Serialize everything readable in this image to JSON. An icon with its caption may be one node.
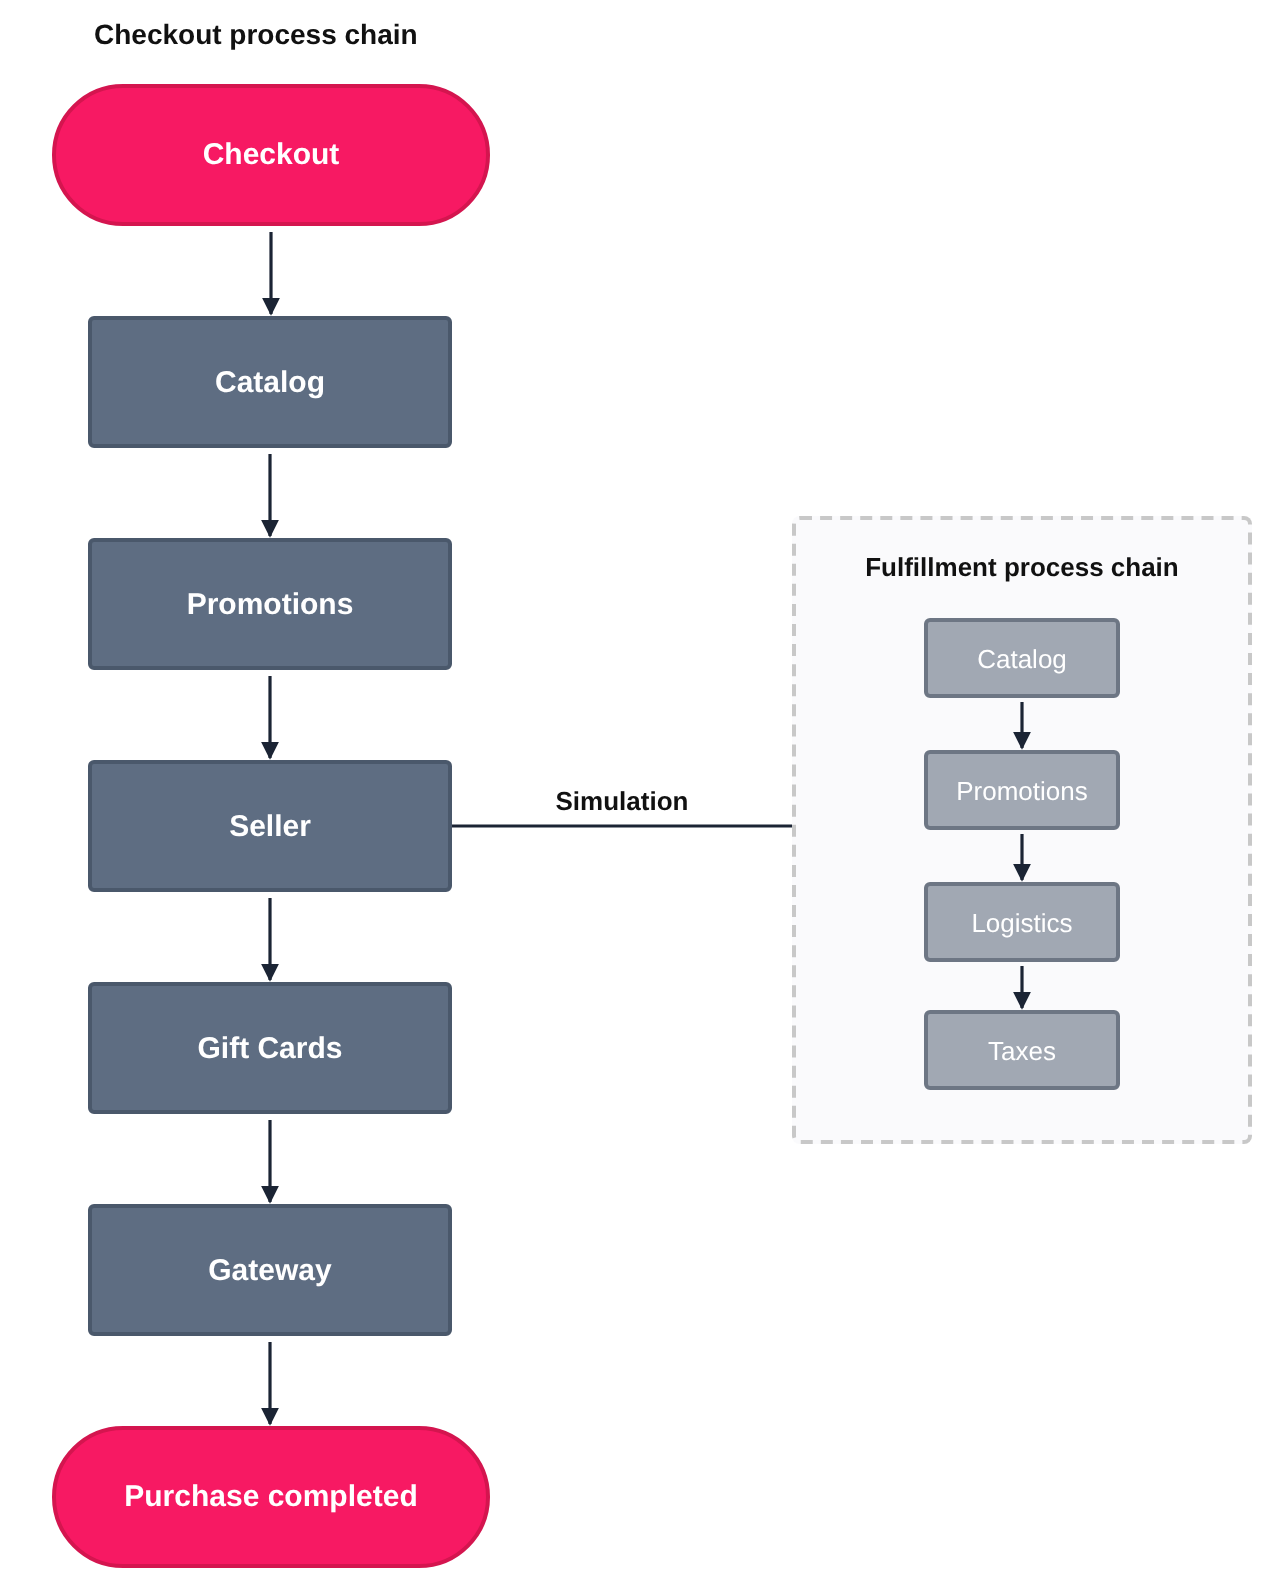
{
  "diagram": {
    "title": "Checkout process chain",
    "nodes": [
      {
        "text": [
          "Checkout"
        ]
      },
      {
        "text": [
          "Catalog"
        ]
      },
      {
        "text": [
          "Promotions"
        ]
      },
      {
        "text": [
          "Seller"
        ]
      },
      {
        "text": [
          "Gift Cards"
        ]
      },
      {
        "text": [
          "Gateway"
        ]
      },
      {
        "text": [
          "Purchase completed"
        ]
      },
      {
        "text": [
          "Fulfillment process chain"
        ]
      },
      {
        "text": [
          "Catalog"
        ],
        "in": 7
      },
      {
        "text": [
          "Promotions"
        ],
        "in": 7
      },
      {
        "text": [
          "Logistics"
        ],
        "in": 7
      },
      {
        "text": [
          "Taxes"
        ],
        "in": 7
      }
    ],
    "edges": [
      {
        "from": 0,
        "to": 1,
        "arrow": "to"
      },
      {
        "from": 1,
        "to": 2,
        "arrow": "to"
      },
      {
        "from": 2,
        "to": 3,
        "arrow": "to"
      },
      {
        "from": 3,
        "to": 4,
        "arrow": "to"
      },
      {
        "from": 4,
        "to": 5,
        "arrow": "to"
      },
      {
        "from": 5,
        "to": 6,
        "arrow": "to"
      },
      {
        "from": 3,
        "to": 7,
        "label": "Simulation",
        "arrow": "none"
      },
      {
        "from": 8,
        "to": 9,
        "arrow": "to"
      },
      {
        "from": 9,
        "to": 10,
        "arrow": "to"
      },
      {
        "from": 10,
        "to": 11,
        "arrow": "to"
      }
    ]
  }
}
